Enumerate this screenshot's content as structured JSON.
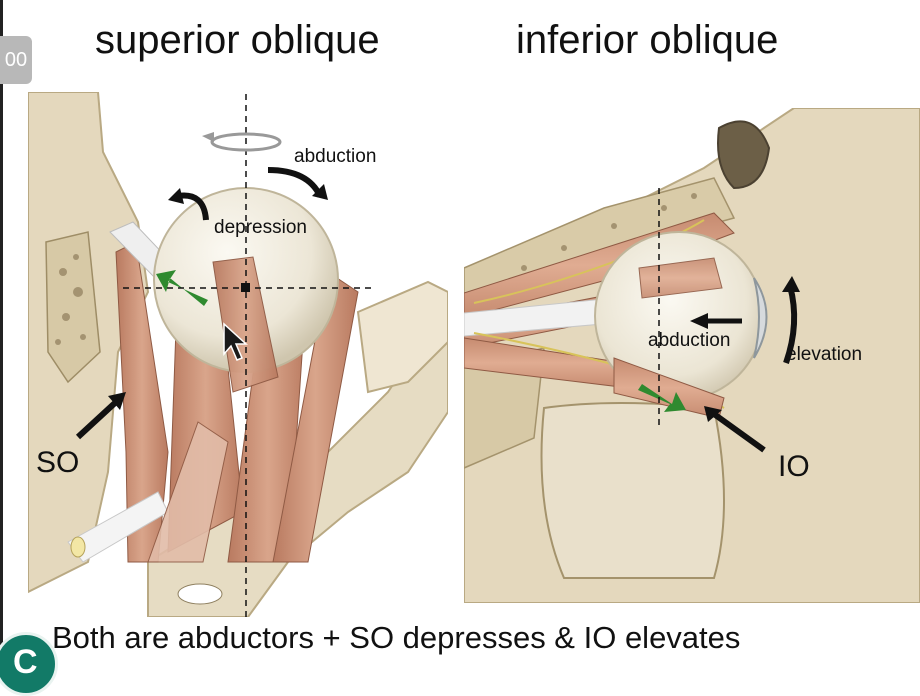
{
  "slide_badge": "00",
  "titles": {
    "left": "superior oblique",
    "right": "inferior oblique"
  },
  "left_panel": {
    "abduction": "abduction",
    "depression": "depression",
    "muscle": "SO"
  },
  "right_panel": {
    "abduction": "abduction",
    "elevation": "elevation",
    "muscle": "IO"
  },
  "caption": "Both are abductors + SO depresses & IO elevates",
  "colors": {
    "bone": "#e4d8bd",
    "muscle": "#c98f74",
    "eyeball": "#f1ede2",
    "arrow_green": "#2f8a2f"
  },
  "icons": [
    "cursor-icon",
    "corner-logo-icon"
  ]
}
